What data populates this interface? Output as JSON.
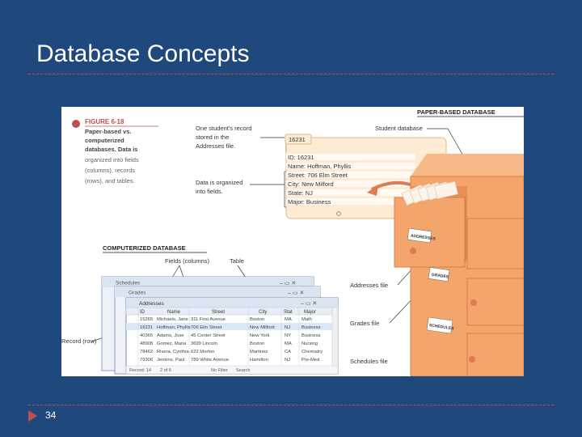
{
  "slide": {
    "title": "Database Concepts",
    "page_number": "34"
  },
  "figure": {
    "caption": {
      "label": "FIGURE 6-18",
      "lines": [
        "Paper-based vs.",
        "computerized",
        "databases. Data is",
        "organized into fields",
        "(columns), records",
        "(rows), and tables."
      ]
    },
    "paper_heading": "PAPER-BASED DATABASE",
    "computerized_heading": "COMPUTERIZED DATABASE",
    "annotations": {
      "one_record": [
        "One student's record",
        "stored in the",
        "Addresses file."
      ],
      "data_fields": [
        "Data is organized",
        "into fields."
      ],
      "student_database": "Student database",
      "fields_columns": "Fields (columns)",
      "table": "Table",
      "record_row": "Record (row)",
      "addresses_file": "Addresses file",
      "grades_file": "Grades file",
      "schedules_file": "Schedules file"
    },
    "card": {
      "tab": "16231",
      "lines": [
        "ID: 16231",
        "Name: Hoffman, Phyllis",
        "Street: 706 Elm Street",
        "City: New Milford",
        "State: NJ",
        "Major: Business"
      ]
    },
    "cabinet_labels": [
      "ADDRESSES",
      "GRADES",
      "SCHEDULES"
    ],
    "window": {
      "back_titles": [
        "Schedules",
        "Grades"
      ],
      "title": "Addresses",
      "columns": [
        "ID",
        "Name",
        "Street",
        "City",
        "Stat",
        "Major"
      ],
      "rows": [
        [
          "15265",
          "Michaels, Jane",
          "311 First Avenue",
          "Boston",
          "MA",
          "Math"
        ],
        [
          "16231",
          "Hoffman, Phyllis",
          "706 Elm Street",
          "New Milford",
          "NJ",
          "Business"
        ],
        [
          "40365",
          "Adams, Jose",
          "45 Center Street",
          "New York",
          "NY",
          "Business"
        ],
        [
          "48908",
          "Gomez, Maria",
          "3699 Lincoln",
          "Boston",
          "MA",
          "Nursing"
        ],
        [
          "78462",
          "Rivera, Cynthia",
          "622 Morton",
          "Martinez",
          "CA",
          "Chemistry"
        ],
        [
          "79306",
          "Jenkins, Paul",
          "789 White Avenue",
          "Hamilton",
          "NJ",
          "Pre-Med"
        ]
      ],
      "status": [
        "Record: 14",
        "2 of 6",
        "No Filter",
        "Search"
      ]
    },
    "colors": {
      "slide_bg": "#1f497d",
      "accent": "#c0504d",
      "cabinet": "#f4a56c",
      "card": "#fdebd3",
      "highlight": "#dbe8f7"
    }
  }
}
